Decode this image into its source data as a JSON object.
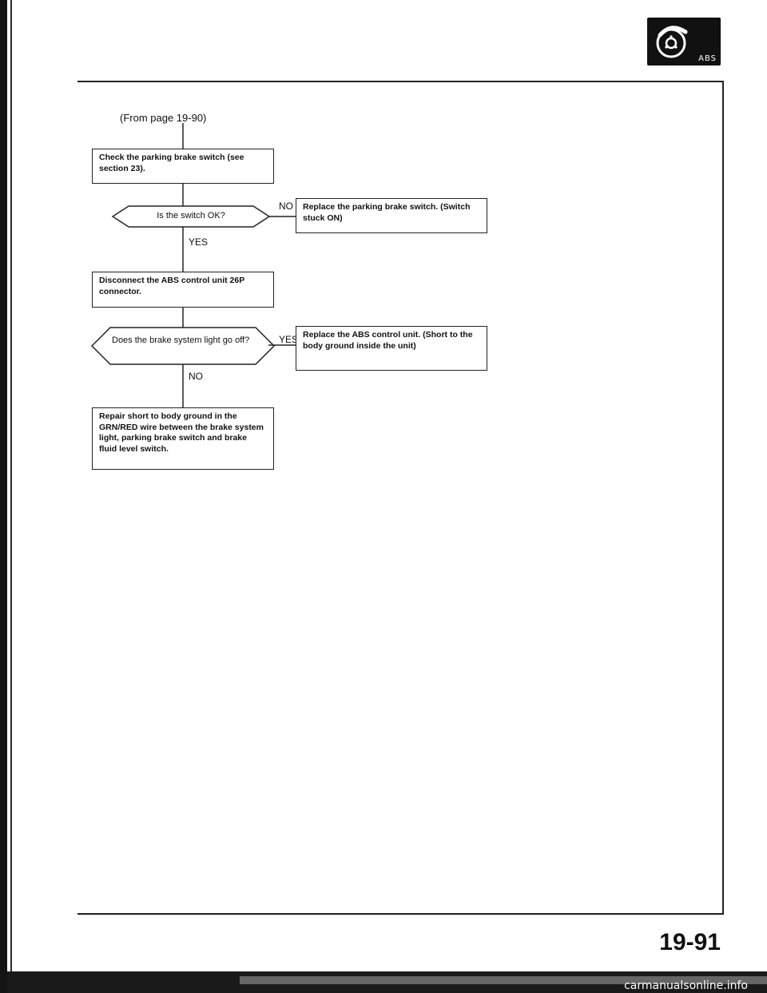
{
  "header": {
    "badge_label": "ABS",
    "badge_icon": "brake-disc-icon"
  },
  "flowchart": {
    "from_note": "(From page 19-90)",
    "step1": "Check the parking brake switch (see section 23).",
    "decision1": "Is the switch OK?",
    "decision1_no_label": "NO",
    "decision1_no_action": "Replace the parking brake switch. (Switch stuck ON)",
    "decision1_yes_label": "YES",
    "step2": "Disconnect the ABS control unit 26P connector.",
    "decision2": "Does the brake system light go off?",
    "decision2_yes_label": "YES",
    "decision2_yes_action": "Replace the ABS control unit. (Short to the body ground inside the unit)",
    "decision2_no_label": "NO",
    "step3": "Repair short to body ground in the GRN/RED wire between the brake system light, parking brake switch and brake fluid level switch."
  },
  "footer": {
    "page_number": "19-91",
    "watermark": "carmanualsonline.info"
  }
}
